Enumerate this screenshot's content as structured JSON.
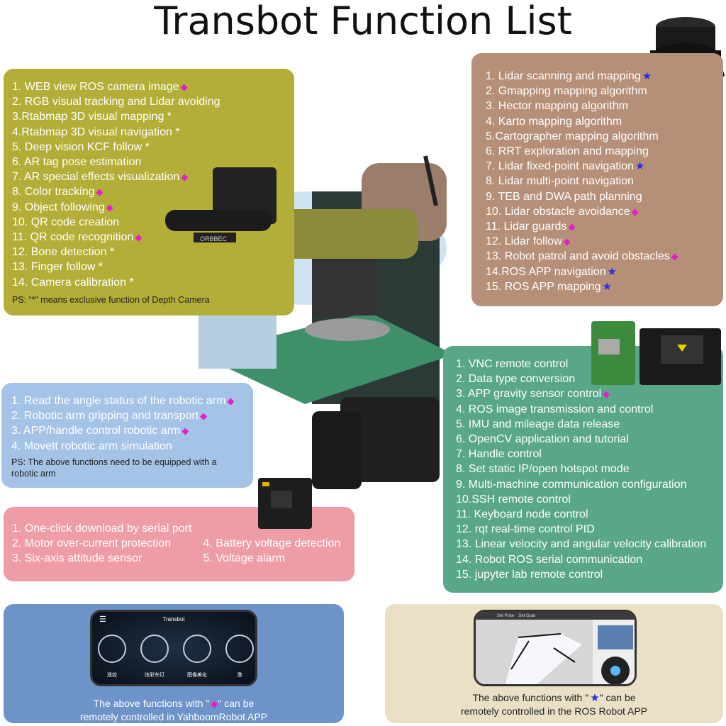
{
  "title": "Transbot Function List",
  "colors": {
    "diamond": "#e81ccf",
    "star": "#1f2ee8",
    "olive": "#b3ae38",
    "brown": "#b68f78",
    "green": "#5aa688",
    "lightblue": "#a4c3e6",
    "pink": "#ee9ca6",
    "blue": "#6d93c9",
    "beige": "#e9e0c6"
  },
  "camera_box": {
    "items": [
      {
        "text": "1. WEB view ROS camera image",
        "mark": "diamond"
      },
      {
        "text": "2. RGB visual tracking and Lidar avoiding",
        "mark": ""
      },
      {
        "text": "3.Rtabmap 3D visual mapping *",
        "mark": ""
      },
      {
        "text": "4.Rtabmap 3D visual navigation *",
        "mark": ""
      },
      {
        "text": "5. Deep vision KCF follow *",
        "mark": ""
      },
      {
        "text": "6. AR tag pose estimation",
        "mark": ""
      },
      {
        "text": "7. AR special effects visualization",
        "mark": "diamond"
      },
      {
        "text": "8. Color tracking",
        "mark": "diamond"
      },
      {
        "text": "9. Object following",
        "mark": "diamond"
      },
      {
        "text": "10. QR code creation",
        "mark": ""
      },
      {
        "text": "11. QR code recognition",
        "mark": "diamond"
      },
      {
        "text": "12. Bone detection *",
        "mark": ""
      },
      {
        "text": "13. Finger follow *",
        "mark": ""
      },
      {
        "text": "14. Camera calibration *",
        "mark": ""
      }
    ],
    "ps": "PS: “*” means exclusive function of  Depth Camera",
    "camera_brand": "ORBBEC"
  },
  "lidar_box": {
    "items": [
      {
        "text": "1. Lidar scanning and mapping",
        "mark": "star"
      },
      {
        "text": "2. Gmapping mapping algorithm",
        "mark": ""
      },
      {
        "text": "3. Hector mapping algorithm",
        "mark": ""
      },
      {
        "text": "4. Karto mapping algorithm",
        "mark": ""
      },
      {
        "text": "5.Cartographer mapping algorithm",
        "mark": ""
      },
      {
        "text": "6. RRT exploration and mapping",
        "mark": ""
      },
      {
        "text": "7. Lidar fixed-point navigation",
        "mark": "star"
      },
      {
        "text": "8. Lidar multi-point navigation",
        "mark": ""
      },
      {
        "text": "9. TEB and DWA path planning",
        "mark": ""
      },
      {
        "text": "10. Lidar obstacle avoidance",
        "mark": "diamond"
      },
      {
        "text": "11. Lidar guards",
        "mark": "diamond"
      },
      {
        "text": "12. Lidar follow",
        "mark": "diamond"
      },
      {
        "text": "13. Robot patrol and avoid obstacles",
        "mark": "diamond"
      },
      {
        "text": "14.ROS APP navigation",
        "mark": "star"
      },
      {
        "text": "15. ROS APP mapping",
        "mark": "star"
      }
    ]
  },
  "arm_box": {
    "items": [
      {
        "text": "1. Read the angle status of the robotic arm",
        "mark": "diamond"
      },
      {
        "text": "2. Robotic arm gripping and transport",
        "mark": "diamond"
      },
      {
        "text": "3. APP/handle control robotic arm",
        "mark": "diamond"
      },
      {
        "text": "4. MoveIt robotic arm simulation",
        "mark": ""
      }
    ],
    "ps": "PS: The above functions need to be equipped with a robotic arm"
  },
  "board_box": {
    "col1": [
      "1. One-click download by serial port",
      "2. Motor over-current protection",
      "3. Six-axis attitude sensor"
    ],
    "col2": [
      "4. Battery voltage detection",
      "5. Voltage alarm"
    ]
  },
  "system_box": {
    "items": [
      {
        "text": "1. VNC remote control",
        "mark": ""
      },
      {
        "text": "2. Data type conversion",
        "mark": ""
      },
      {
        "text": "3. APP gravity sensor control",
        "mark": "diamond"
      },
      {
        "text": "4. ROS image transmission and control",
        "mark": ""
      },
      {
        "text": "5. IMU and mileage data release",
        "mark": ""
      },
      {
        "text": "6. OpenCV application and tutorial",
        "mark": ""
      },
      {
        "text": "7. Handle control",
        "mark": ""
      },
      {
        "text": "8. Set static IP/open hotspot mode",
        "mark": ""
      },
      {
        "text": "9. Multi-machine communication configuration",
        "mark": ""
      },
      {
        "text": "10.SSH remote control",
        "mark": ""
      },
      {
        "text": "11. Keyboard node control",
        "mark": ""
      },
      {
        "text": "12. rqt real-time control PID",
        "mark": ""
      },
      {
        "text": "13. Linear velocity and angular velocity calibration",
        "mark": ""
      },
      {
        "text": "14. Robot ROS serial communication",
        "mark": ""
      },
      {
        "text": "15. jupyter lab remote control",
        "mark": ""
      }
    ]
  },
  "yahboom_app": {
    "phone_title": "Transbot",
    "buttons": [
      "遥控",
      "炫彩车灯",
      "图像美化",
      "激"
    ],
    "caption_1": "The above functions with \"",
    "caption_2": "\" can be",
    "caption_3": "remotely controlled in YahboomRobot APP"
  },
  "ros_app": {
    "toolbar": [
      "Set Pose",
      "Set Goal"
    ],
    "caption_1": "The above functions with \"",
    "caption_2": "\" can be",
    "caption_3": "remotely controlled in the ROS Robot APP"
  }
}
